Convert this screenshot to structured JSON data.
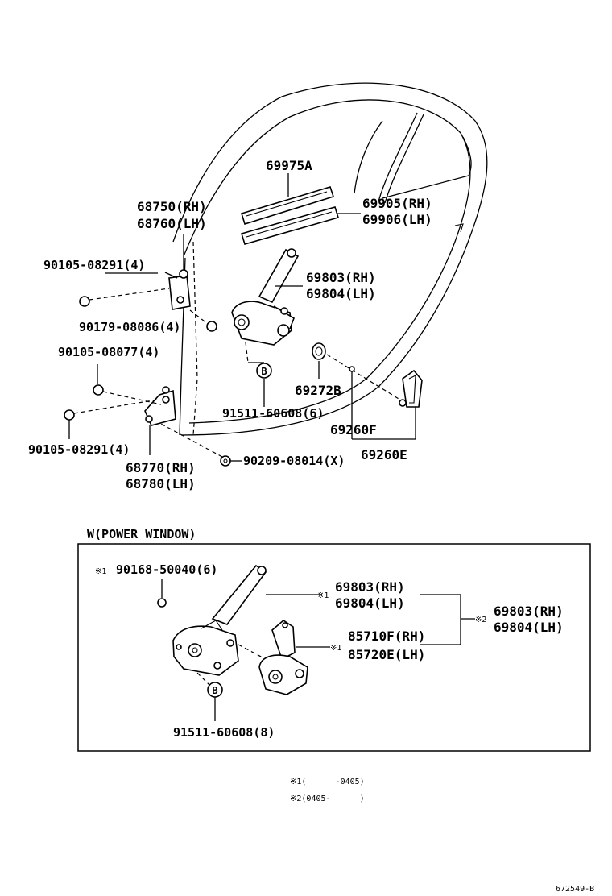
{
  "labels": {
    "p69975A": "69975A",
    "p69905": "69905(RH)",
    "p69906": "69906(LH)",
    "p68750": "68750(RH)",
    "p68760": "68760(LH)",
    "p90105_08291_top": "90105-08291(4)",
    "p69803": "69803(RH)",
    "p69804": "69804(LH)",
    "p90179": "90179-08086(4)",
    "p90105_08077": "90105-08077(4)",
    "p69272B": "69272B",
    "p91511_6": "91511-60608(6)",
    "p69260F": "69260F",
    "p69260E": "69260E",
    "p90105_08291_bot": "90105-08291(4)",
    "p90209": "90209-08014(X)",
    "p68770": "68770(RH)",
    "p68780": "68780(LH)",
    "section_title": "W(POWER WINDOW)",
    "box_90168": "90168-50040(6)",
    "box_69803a": "69803(RH)",
    "box_69804a": "69804(LH)",
    "box_85710F": "85710F(RH)",
    "box_85720E": "85720E(LH)",
    "box_69803b": "69803(RH)",
    "box_69804b": "69804(LH)",
    "box_91511_8": "91511-60608(8)",
    "mark1": "※1",
    "mark2": "※2",
    "circle_b": "B",
    "footnote1": "※1(      -0405)",
    "footnote2": "※2(0405-      )",
    "figure_id": "672549-B"
  }
}
